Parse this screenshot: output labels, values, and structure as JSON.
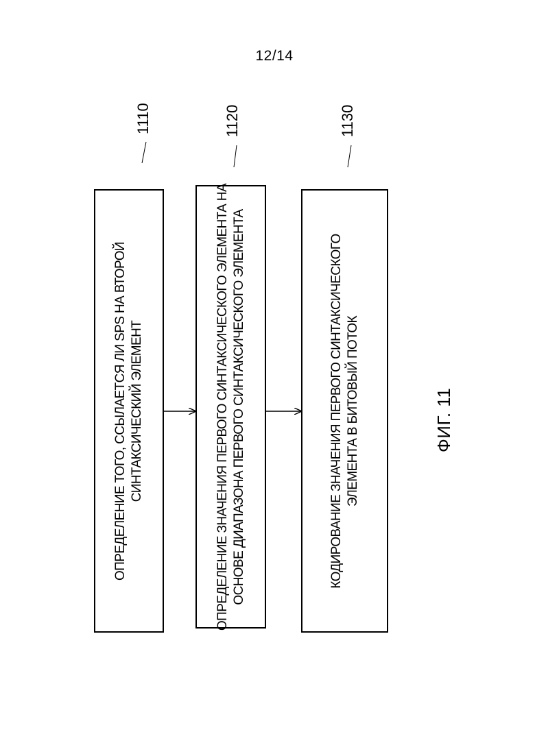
{
  "page_number": "12/14",
  "blocks": [
    {
      "ref": "1110",
      "lines": [
        "ОПРЕДЕЛЕНИЕ ТОГО, ССЫЛАЕТСЯ ЛИ SPS НА ВТОРОЙ",
        "СИНТАКСИЧЕСКИЙ ЭЛЕМЕНТ"
      ]
    },
    {
      "ref": "1120",
      "lines": [
        "ОПРЕДЕЛЕНИЕ ЗНАЧЕНИЯ ПЕРВОГО СИНТАКСИЧЕСКОГО ЭЛЕМЕНТА НА",
        "ОСНОВЕ ДИАПАЗОНА ПЕРВОГО СИНТАКСИЧЕСКОГО ЭЛЕМЕНТА"
      ]
    },
    {
      "ref": "1130",
      "lines": [
        "КОДИРОВАНИЕ ЗНАЧЕНИЯ ПЕРВОГО СИНТАКСИЧЕСКОГО",
        "ЭЛЕМЕНТА В БИТОВЫЙ ПОТОК"
      ]
    }
  ],
  "figure_label": "ФИГ. 11"
}
